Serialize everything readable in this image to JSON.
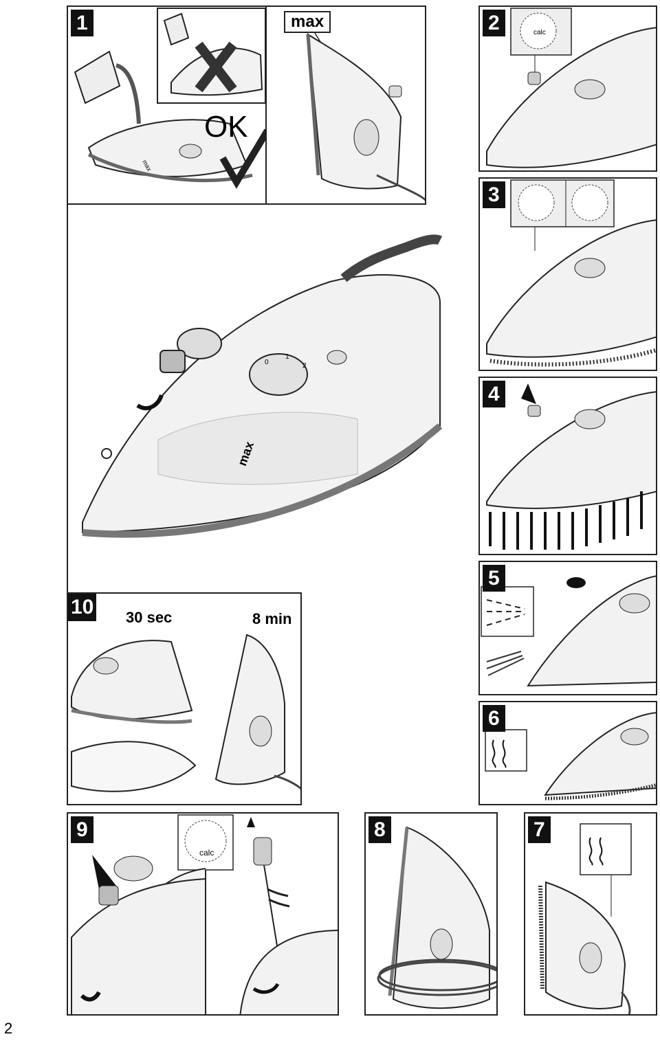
{
  "page_number": "2",
  "panels": {
    "p1": {
      "num": "1",
      "ok_text": "OK"
    },
    "p_max": {
      "label": "max"
    },
    "p2": {
      "num": "2"
    },
    "p3": {
      "num": "3"
    },
    "p4": {
      "num": "4"
    },
    "p5": {
      "num": "5"
    },
    "p6": {
      "num": "6"
    },
    "p7": {
      "num": "7"
    },
    "p8": {
      "num": "8"
    },
    "p9": {
      "num": "9",
      "dial_label": "calc"
    },
    "p10": {
      "num": "10",
      "left_label": "30 sec",
      "right_label": "8 min"
    },
    "main": {
      "soleplate_label": "max"
    }
  },
  "dial_marks": [
    "0",
    "1",
    "2"
  ]
}
